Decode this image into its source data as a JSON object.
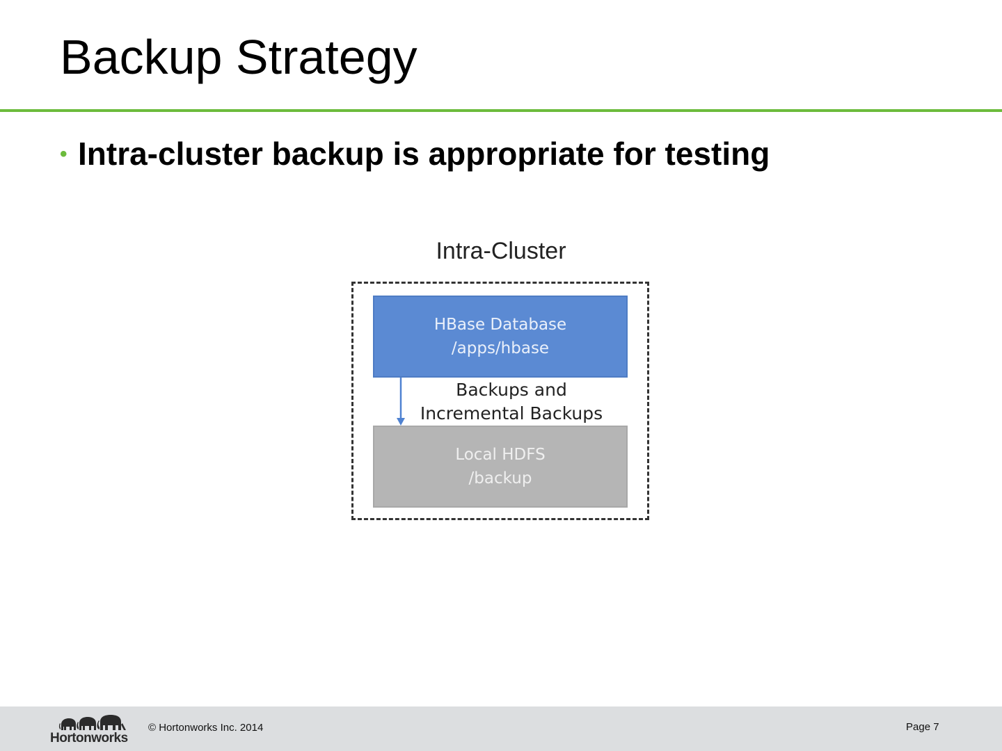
{
  "slide": {
    "title": "Backup Strategy",
    "bullet": "Intra-cluster backup is appropriate for testing"
  },
  "diagram": {
    "title": "Intra-Cluster",
    "source_box": {
      "line1": "HBase Database",
      "line2": "/apps/hbase",
      "color": "#5b8ad3"
    },
    "flow_label": {
      "line1": "Backups and",
      "line2": "Incremental Backups"
    },
    "target_box": {
      "line1": "Local HDFS",
      "line2": "/backup",
      "color": "#b5b5b5"
    }
  },
  "footer": {
    "logo_text": "Hortonworks",
    "copyright": "© Hortonworks Inc. 2014",
    "page": "Page 7"
  },
  "colors": {
    "accent": "#6cbb3c",
    "footer_bg": "#dcdee0"
  }
}
